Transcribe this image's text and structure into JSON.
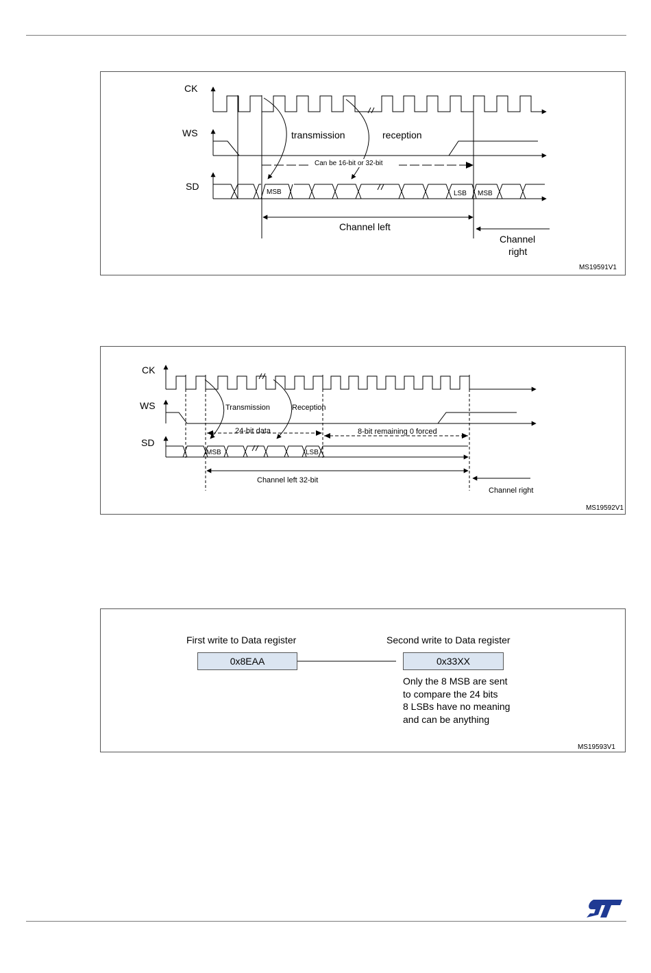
{
  "figure1": {
    "signals": {
      "ck": "CK",
      "ws": "WS",
      "sd": "SD"
    },
    "labels": {
      "transmission": "transmission",
      "reception": "reception",
      "width_note": "Can be 16-bit or 32-bit",
      "msb": "MSB",
      "lsb": "LSB",
      "msb_right": "MSB",
      "channel_left": "Channel left",
      "channel_right_line1": "Channel",
      "channel_right_line2": "right"
    },
    "ref": "MS19591V1"
  },
  "figure2": {
    "signals": {
      "ck": "CK",
      "ws": "WS",
      "sd": "SD"
    },
    "labels": {
      "transmission": "Transmission",
      "reception": "Reception",
      "data_24": "24-bit data",
      "remaining": "8-bit remaining 0 forced",
      "msb": "MSB",
      "lsb": "LSB",
      "channel_left": "Channel left 32-bit",
      "channel_right": "Channel right"
    },
    "ref": "MS19592V1"
  },
  "figure3": {
    "first_write_label": "First write to Data register",
    "first_value": "0x8EAA",
    "second_write_label": "Second write to Data register",
    "second_value": "0x33XX",
    "note_lines": [
      "Only the 8 MSB are sent",
      "to compare the 24 bits",
      "8 LSBs have no meaning",
      "and can be anything"
    ],
    "ref": "MS19593V1"
  },
  "footer": {
    "logo_text": "ST"
  },
  "colors": {
    "register_fill": "#dbe5f1",
    "logo": "#1f3a93"
  }
}
